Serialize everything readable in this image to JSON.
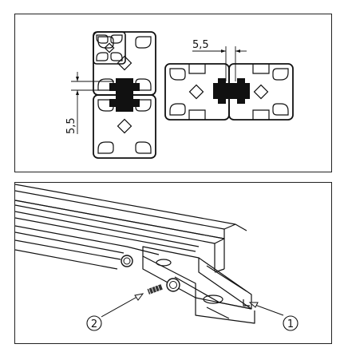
{
  "top_panel": {
    "dim_vertical": "5,5",
    "dim_horizontal": "5,5"
  },
  "bottom_panel": {
    "callout_1": "1",
    "callout_2": "2"
  }
}
